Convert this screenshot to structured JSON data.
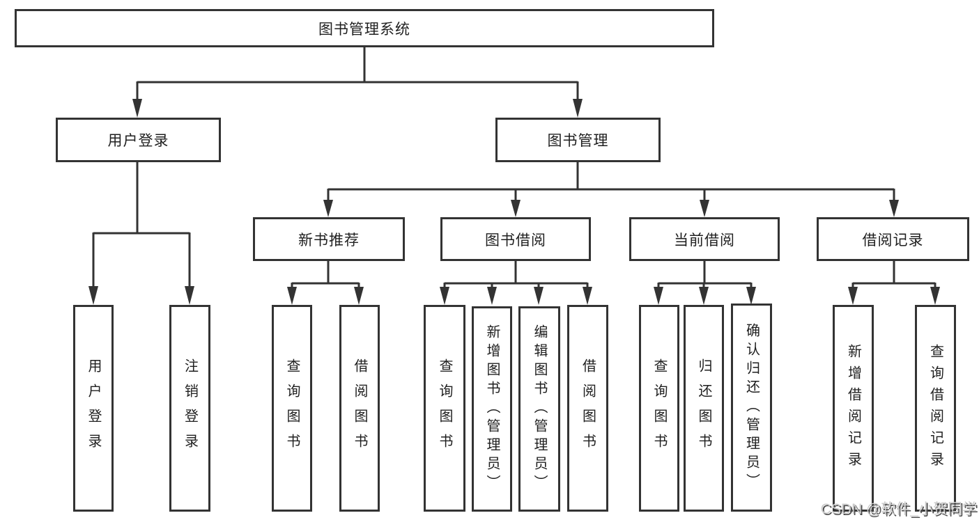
{
  "tree": {
    "label": "图书管理系统",
    "children": [
      {
        "label": "用户登录",
        "children": [
          {
            "label": "用户登录"
          },
          {
            "label": "注销登录"
          }
        ]
      },
      {
        "label": "图书管理",
        "children": [
          {
            "label": "新书推荐",
            "children": [
              {
                "label": "查询图书"
              },
              {
                "label": "借阅图书"
              }
            ]
          },
          {
            "label": "图书借阅",
            "children": [
              {
                "label": "查询图书"
              },
              {
                "label": "新增图书（管理员）"
              },
              {
                "label": "编辑图书（管理员）"
              },
              {
                "label": "借阅图书"
              }
            ]
          },
          {
            "label": "当前借阅",
            "children": [
              {
                "label": "查询图书"
              },
              {
                "label": "归还图书"
              },
              {
                "label": "确认归还（管理员）"
              }
            ]
          },
          {
            "label": "借阅记录",
            "children": [
              {
                "label": "新增借阅记录"
              },
              {
                "label": "查询借阅记录"
              }
            ]
          }
        ]
      }
    ]
  },
  "watermark": {
    "text": "CSDN @软件_小贺同学"
  },
  "colors": {
    "line": "#333333",
    "box_border": "#333333",
    "box_fill": "#ffffff",
    "text": "#1f1f1f",
    "watermark_fill": "#cccccc",
    "watermark_shadow": "#4a4a4a",
    "background": "#ffffff"
  }
}
